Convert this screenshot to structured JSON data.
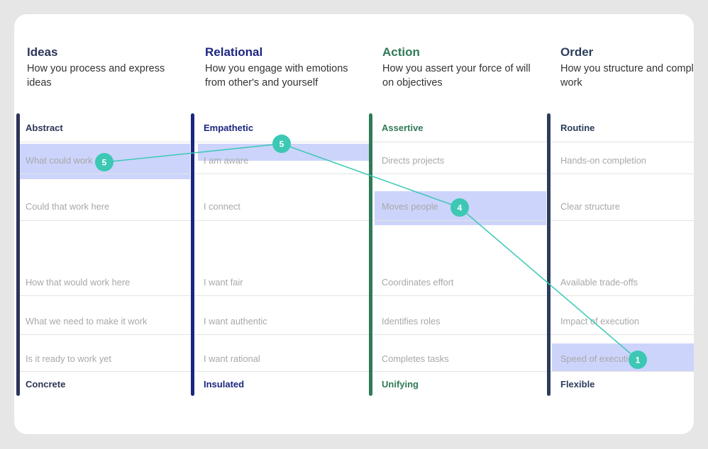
{
  "columns": [
    {
      "title": "Ideas",
      "description": "How you process and express ideas",
      "color": "#2c3557",
      "top_label": "Abstract",
      "bottom_label": "Concrete",
      "items": [
        "What could work",
        "Could that work here",
        "How that would work here",
        "What we need to make it work",
        "Is it ready to work yet"
      ]
    },
    {
      "title": "Relational",
      "description": "How you engage with emotions from other's and yourself",
      "color": "#1c2680",
      "top_label": "Empathetic",
      "bottom_label": "Insulated",
      "items": [
        "I am aware",
        "I connect",
        "I want fair",
        "I want authentic",
        "I want rational"
      ]
    },
    {
      "title": "Action",
      "description": "How you assert your force of will on objectives",
      "color": "#2f7a57",
      "top_label": "Assertive",
      "bottom_label": "Unifying",
      "items": [
        "Directs projects",
        "Moves people",
        "Coordinates effort",
        "Identifies roles",
        "Completes tasks"
      ]
    },
    {
      "title": "Order",
      "description": "How you structure and complete work",
      "color": "#2c3d5c",
      "top_label": "Routine",
      "bottom_label": "Flexible",
      "items": [
        "Hands-on completion",
        "Clear structure",
        "Available trade-offs",
        "Impact of execution",
        "Speed of execution"
      ]
    }
  ],
  "scores": [
    {
      "column": "Ideas",
      "value": "5",
      "selected_item": "What could work"
    },
    {
      "column": "Relational",
      "value": "5",
      "selected_item": "I am aware"
    },
    {
      "column": "Action",
      "value": "4",
      "selected_item": "Moves people"
    },
    {
      "column": "Order",
      "value": "1",
      "selected_item": "Speed of execution"
    }
  ],
  "colors": {
    "highlight": "#c8d0fb",
    "connector": "#3cc8b4",
    "badge": "#3cc8b4"
  }
}
